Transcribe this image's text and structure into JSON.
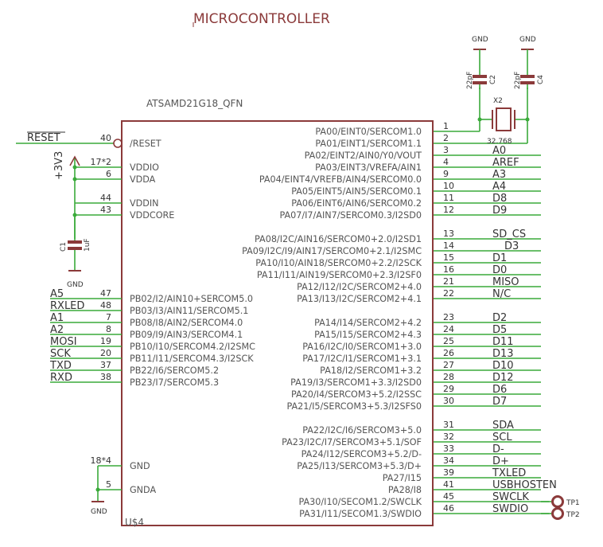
{
  "title": "MICROCONTROLLER",
  "chip": {
    "name": "ATSAMD21G18_QFN",
    "ref": "U$4"
  },
  "left_pins": [
    {
      "num": "40",
      "name": "/RESET"
    },
    {
      "num": "17*2",
      "name": "VDDIO"
    },
    {
      "num": "6",
      "name": "VDDA"
    },
    {
      "num": "44",
      "name": "VDDIN"
    },
    {
      "num": "43",
      "name": "VDDCORE"
    },
    {
      "num": "47",
      "name": "PB02/I2/AIN10+SERCOM5.0"
    },
    {
      "num": "48",
      "name": "PB03/I3/AIN11/SERCOM5.1"
    },
    {
      "num": "7",
      "name": "PB08/I8/AIN2/SERCOM4.0"
    },
    {
      "num": "8",
      "name": "PB09/I9/AIN3/SERCOM4.1"
    },
    {
      "num": "19",
      "name": "PB10/I10/SERCOM4.2/I2SMC"
    },
    {
      "num": "20",
      "name": "PB11/I11/SERCOM4.3/I2SCK"
    },
    {
      "num": "37",
      "name": "PB22/I6/SERCOM5.2"
    },
    {
      "num": "38",
      "name": "PB23/I7/SERCOM5.3"
    },
    {
      "num": "18*4",
      "name": "GND"
    },
    {
      "num": "5",
      "name": "GNDA"
    }
  ],
  "left_nets": [
    "RESET",
    "A5",
    "RXLED",
    "A1",
    "A2",
    "MOSI",
    "SCK",
    "TXD",
    "RXD"
  ],
  "power": {
    "v33": "+3V3",
    "gnd": "GND"
  },
  "right_pins": [
    {
      "num": "1",
      "name": "PA00/EINT0/SERCOM1.0",
      "net": ""
    },
    {
      "num": "2",
      "name": "PA01/EINT1/SERCOM1.1",
      "net": ""
    },
    {
      "num": "3",
      "name": "PA02/EINT2/AIN0/Y0/VOUT",
      "net": "A0"
    },
    {
      "num": "4",
      "name": "PA03/EINT3/VREFA/AIN1",
      "net": "AREF"
    },
    {
      "num": "9",
      "name": "PA04/EINT4/VREFB/AIN4/SERCOM0.0",
      "net": "A3"
    },
    {
      "num": "10",
      "name": "PA05/EINT5/AIN5/SERCOM0.1",
      "net": "A4"
    },
    {
      "num": "11",
      "name": "PA06/EINT6/AIN6/SERCOM0.2",
      "net": "D8"
    },
    {
      "num": "12",
      "name": "PA07/I7/AIN7/SERCOM0.3/I2SD0",
      "net": "D9"
    },
    {
      "num": "13",
      "name": "PA08/I2C/AIN16/SERCOM0+2.0/I2SD1",
      "net": "SD_CS"
    },
    {
      "num": "14",
      "name": "PA09/I2C/I9/AIN17/SERCOM0+2.1/I2SMC",
      "net": "D3"
    },
    {
      "num": "15",
      "name": "PA10/I10/AIN18/SERCOM0+2.2/I2SCK",
      "net": "D1"
    },
    {
      "num": "16",
      "name": "PA11/I11/AIN19/SERCOM0+2.3/I2SF0",
      "net": "D0"
    },
    {
      "num": "21",
      "name": "PA12/I12/I2C/SERCOM2+4.0",
      "net": "MISO"
    },
    {
      "num": "22",
      "name": "PA13/I13/I2C/SERCOM2+4.1",
      "net": "N/C"
    },
    {
      "num": "23",
      "name": "PA14/I14/SERCOM2+4.2",
      "net": "D2"
    },
    {
      "num": "24",
      "name": "PA15/I15/SERCOM2+4.3",
      "net": "D5"
    },
    {
      "num": "25",
      "name": "PA16/I2C/I0/SERCOM1+3.0",
      "net": "D11"
    },
    {
      "num": "26",
      "name": "PA17/I2C/I1/SERCOM1+3.1",
      "net": "D13"
    },
    {
      "num": "27",
      "name": "PA18/I2/SERCOM1+3.2",
      "net": "D10"
    },
    {
      "num": "28",
      "name": "PA19/I3/SERCOM1+3.3/I2SD0",
      "net": "D12"
    },
    {
      "num": "29",
      "name": "PA20/I4/SERCOM3+5.2/I2SSC",
      "net": "D6"
    },
    {
      "num": "30",
      "name": "PA21/I5/SERCOM3+5.3/I2SFS0",
      "net": "D7"
    },
    {
      "num": "31",
      "name": "PA22/I2C/I6/SERCOM3+5.0",
      "net": "SDA"
    },
    {
      "num": "32",
      "name": "PA23/I2C/I7/SERCOM3+5.1/SOF",
      "net": "SCL"
    },
    {
      "num": "33",
      "name": "PA24/I12/SERCOM3+5.2/D-",
      "net": "D-"
    },
    {
      "num": "34",
      "name": "PA25/I13/SERCOM3+5.3/D+",
      "net": "D+"
    },
    {
      "num": "39",
      "name": "PA27/I15",
      "net": "TXLED"
    },
    {
      "num": "41",
      "name": "PA28/I8",
      "net": "USBHOSTEN"
    },
    {
      "num": "45",
      "name": "PA30/I10/SECOM1.2/SWCLK",
      "net": "SWCLK"
    },
    {
      "num": "46",
      "name": "PA31/I11/SECOM1.3/SWDIO",
      "net": "SWDIO"
    }
  ],
  "crystal": {
    "ref": "X2",
    "value": "32.768"
  },
  "caps": [
    {
      "ref": "C2",
      "value": "22pF"
    },
    {
      "ref": "C4",
      "value": "22pF"
    },
    {
      "ref": "C1",
      "value": "1uF"
    }
  ],
  "testpoints": [
    "TP1",
    "TP2"
  ],
  "colors": {
    "wire": "#3aaa3a",
    "body": "#8b3a3a",
    "text": "#333333",
    "pin_text": "#555555"
  }
}
